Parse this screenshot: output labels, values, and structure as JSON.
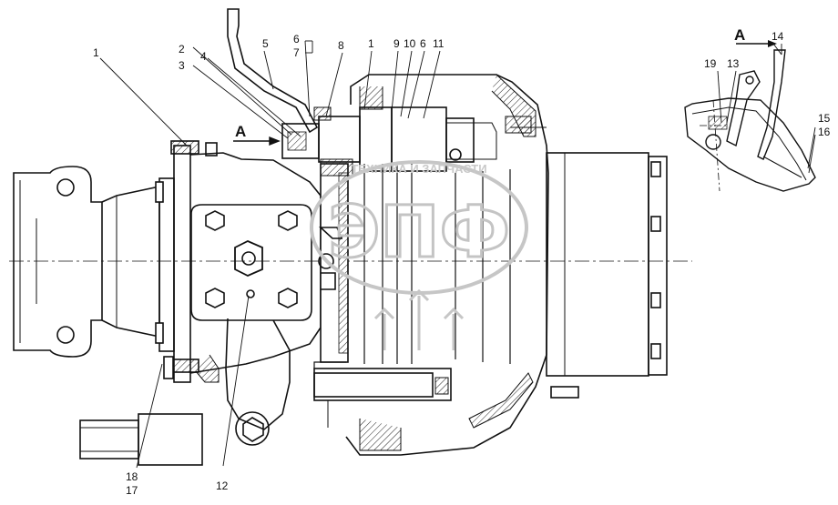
{
  "view_labels": {
    "main": "A",
    "inset": "A"
  },
  "watermark": {
    "caption": "ТЕХНИКА И ЗАПЧАСТИ",
    "logo": "ЭПФ"
  },
  "callouts": [
    "1",
    "2",
    "3",
    "4",
    "5",
    "6",
    "7",
    "8",
    "1",
    "9",
    "10",
    "6",
    "11",
    "12",
    "17",
    "18",
    "19",
    "13",
    "14",
    "15",
    "16"
  ]
}
